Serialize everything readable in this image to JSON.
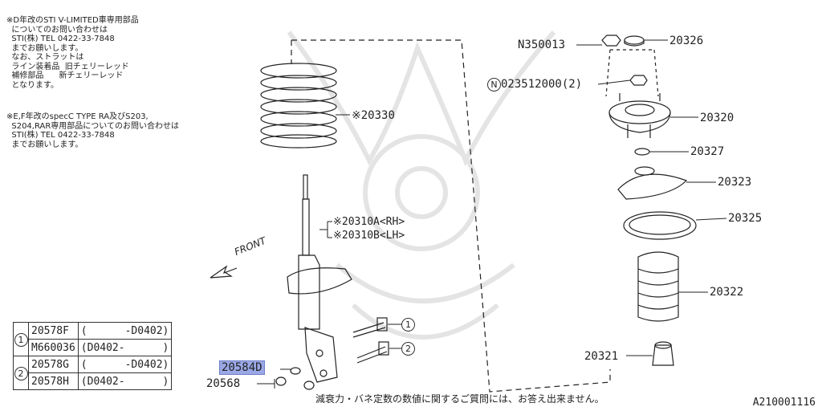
{
  "notes": {
    "note1": "※D年改のSTI V-LIMITED車専用部品\n  についてのお問い合わせは\n  STI(株) TEL 0422-33-7848\n  までお願いします。\n  なお、ストラットは\n  ライン装着品  旧チェリーレッド\n  補修部品      新チェリーレッド\n  となります。",
    "note2": "※E,F年改のspecC TYPE RA及びS203,\n  S204,RAR専用部品についてのお問い合わせは\n  STI(株) TEL 0422-33-7848\n  までお願いします。"
  },
  "labels": {
    "n350013": "N350013",
    "p20326": "20326",
    "n023512000": "023512000(2)",
    "n_circle": "N",
    "p20320": "20320",
    "p20330": "※20330",
    "p20327": "20327",
    "p20323": "20323",
    "p20310a": "※20310A<RH>",
    "p20310b": "※20310B<LH>",
    "p20325": "20325",
    "front": "FRONT",
    "p20322": "20322",
    "p20321": "20321",
    "p20584d": "20584D",
    "p20568": "20568",
    "bolt1": "1",
    "bolt2": "2"
  },
  "parts_table": [
    {
      "group": "1",
      "part": "20578F",
      "range": "(      -D0402)"
    },
    {
      "group": "",
      "part": "M660036",
      "range": "(D0402-      )"
    },
    {
      "group": "2",
      "part": "20578G",
      "range": "(      -D0402)"
    },
    {
      "group": "",
      "part": "20578H",
      "range": "(D0402-      )"
    }
  ],
  "footer": "減衰力・バネ定数の数値に関するご質問には、お答え出来ません。",
  "doc_id": "A210001116",
  "colors": {
    "highlight": "#9aa8e6",
    "line": "#222222",
    "watermark": "#e6e6e6"
  }
}
